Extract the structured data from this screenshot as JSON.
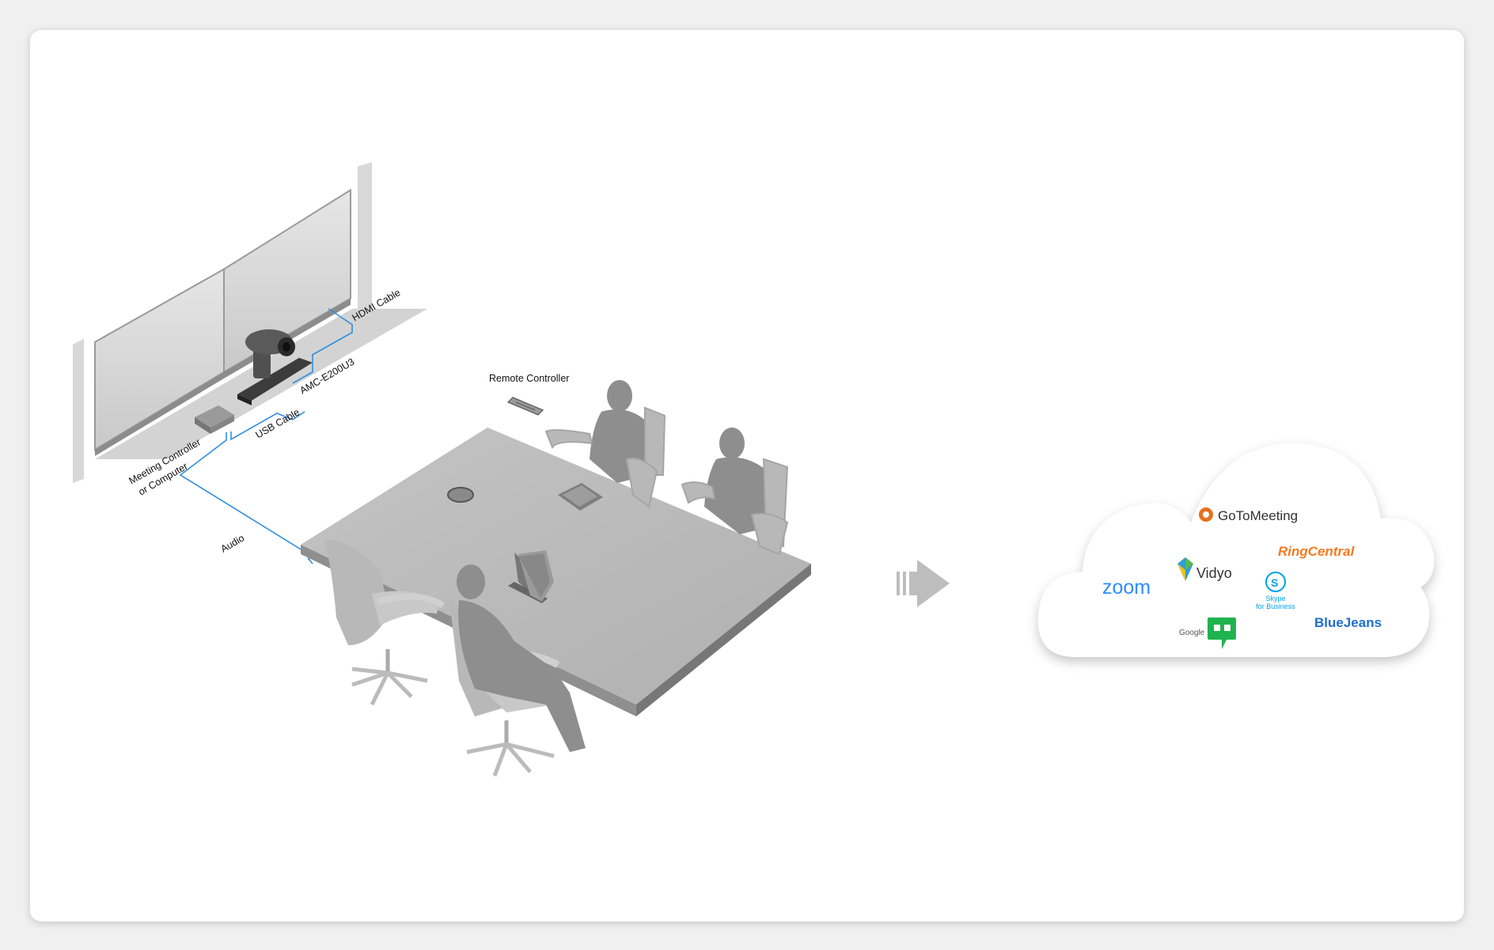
{
  "labels": {
    "hdmi_cable": "HDMI Cable",
    "camera_model": "AMC-E200U3",
    "usb_cable": "USB Cable",
    "meeting_controller_line1": "Meeting Controller",
    "meeting_controller_line2": "or Computer",
    "audio": "Audio",
    "remote_controller": "Remote Controller"
  },
  "cloud_services": {
    "gotomeeting": "GoToMeeting",
    "ringcentral": "RingCentral",
    "zoom": "zoom",
    "vidyo": "Vidyo",
    "skype_line1": "Skype",
    "skype_line2": "for Business",
    "google": "Google",
    "bluejeans": "BlueJeans"
  },
  "colors": {
    "cable": "#2f8fe0",
    "furniture": "#a9a9a9",
    "person": "#8e8e8e",
    "gotomeeting": "#e8701f",
    "ringcentral": "#f47b20",
    "zoom": "#2d8cff",
    "bluejeans": "#1f6fcc",
    "hangouts": "#1fb34e"
  }
}
